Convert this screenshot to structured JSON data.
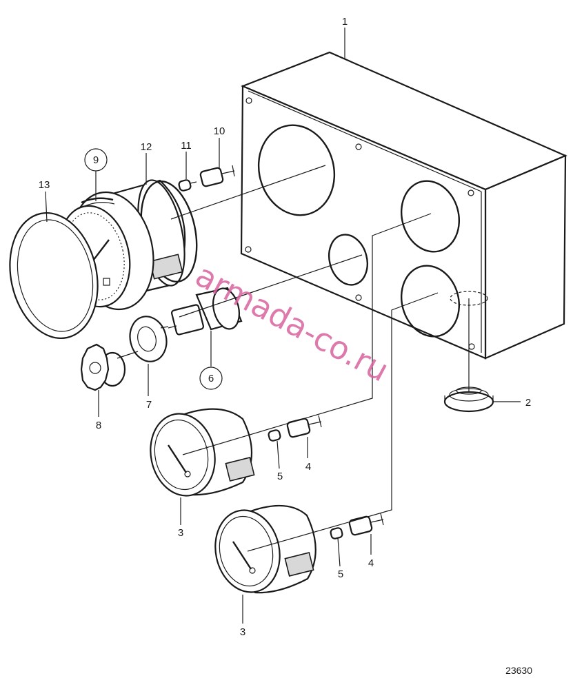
{
  "callouts": {
    "c1": "1",
    "c2": "2",
    "c3a": "3",
    "c3b": "3",
    "c4a": "4",
    "c4b": "4",
    "c5a": "5",
    "c5b": "5",
    "c6": "6",
    "c7": "7",
    "c8": "8",
    "c9": "9",
    "c10": "10",
    "c11": "11",
    "c12": "12",
    "c13": "13"
  },
  "figure_number": "23630",
  "watermark": "armada-co.ru",
  "colors": {
    "line": "#1a1a1a",
    "watermark": "#d9629e",
    "background": "#ffffff"
  }
}
